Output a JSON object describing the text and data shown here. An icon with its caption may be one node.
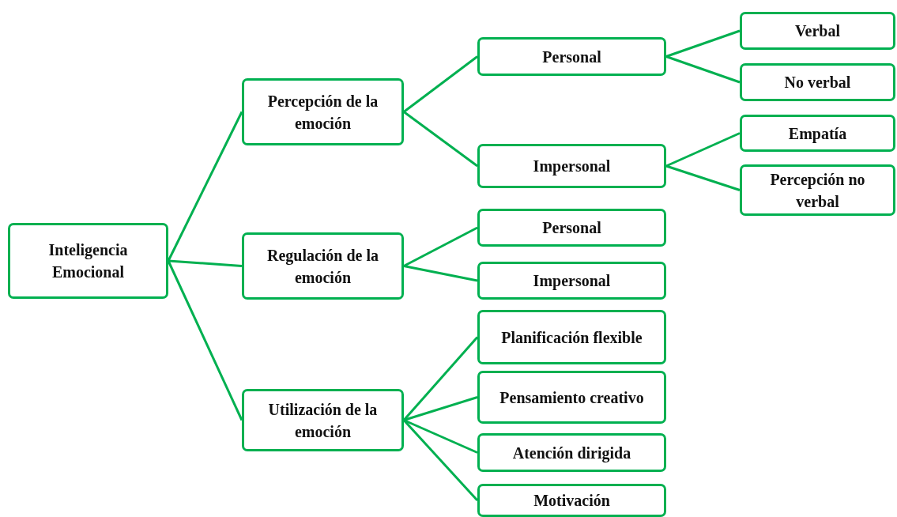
{
  "diagram": {
    "nodes": [
      {
        "text": [
          "Inteligencia Emocional"
        ]
      },
      {
        "text": [
          "Percepción de la emoción"
        ]
      },
      {
        "text": [
          "Regulación de la emoción"
        ]
      },
      {
        "text": [
          "Utilización de la emoción"
        ]
      },
      {
        "text": [
          "Personal"
        ]
      },
      {
        "text": [
          "Impersonal"
        ]
      },
      {
        "text": [
          "Verbal"
        ]
      },
      {
        "text": [
          "No verbal"
        ]
      },
      {
        "text": [
          "Empatía"
        ]
      },
      {
        "text": [
          "Percepción no verbal"
        ]
      },
      {
        "text": [
          "Personal"
        ]
      },
      {
        "text": [
          "Impersonal"
        ]
      },
      {
        "text": [
          "Planificación flexible"
        ]
      },
      {
        "text": [
          "Pensamiento creativo"
        ]
      },
      {
        "text": [
          "Atención dirigida"
        ]
      },
      {
        "text": [
          "Motivación"
        ]
      }
    ],
    "edges": [
      {
        "from": 0,
        "to": 1,
        "arrow": "none"
      },
      {
        "from": 0,
        "to": 2,
        "arrow": "none"
      },
      {
        "from": 0,
        "to": 3,
        "arrow": "none"
      },
      {
        "from": 1,
        "to": 4,
        "arrow": "none"
      },
      {
        "from": 1,
        "to": 5,
        "arrow": "none"
      },
      {
        "from": 4,
        "to": 6,
        "arrow": "none"
      },
      {
        "from": 4,
        "to": 7,
        "arrow": "none"
      },
      {
        "from": 5,
        "to": 8,
        "arrow": "none"
      },
      {
        "from": 5,
        "to": 9,
        "arrow": "none"
      },
      {
        "from": 2,
        "to": 10,
        "arrow": "none"
      },
      {
        "from": 2,
        "to": 11,
        "arrow": "none"
      },
      {
        "from": 3,
        "to": 12,
        "arrow": "none"
      },
      {
        "from": 3,
        "to": 13,
        "arrow": "none"
      },
      {
        "from": 3,
        "to": 14,
        "arrow": "none"
      },
      {
        "from": 3,
        "to": 15,
        "arrow": "none"
      }
    ]
  }
}
